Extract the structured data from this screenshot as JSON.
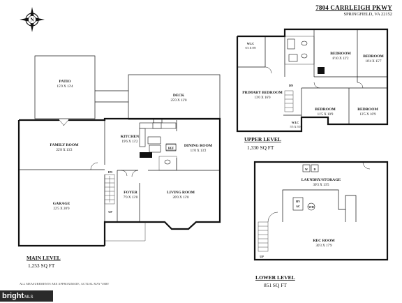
{
  "header": {
    "address": "7804 CARRLEIGH PKWY",
    "city": "SPRINGFIELD, VA  22152"
  },
  "compass": {
    "label": "N"
  },
  "main_level": {
    "title": "MAIN LEVEL",
    "area": "1,253 SQ FT",
    "rooms": {
      "patio": {
        "name": "PATIO",
        "dims": "15'9 X 13'4"
      },
      "deck": {
        "name": "DECK",
        "dims": "25'0 X 12'0"
      },
      "family": {
        "name": "FAMILY ROOM",
        "dims": "22'8 X 13'2"
      },
      "kitchen": {
        "name": "KITCHEN",
        "dims": "19'6 X 13'2"
      },
      "dining": {
        "name": "DINING ROOM",
        "dims": "11'0 X 13'2"
      },
      "garage": {
        "name": "GARAGE",
        "dims": "22'5 X 20'0"
      },
      "foyer": {
        "name": "FOYER",
        "dims": "7'0 X 13'0"
      },
      "living": {
        "name": "LIVING ROOM",
        "dims": "20'0 X 13'0"
      }
    },
    "tags": {
      "ref": "REF",
      "dn": "DN",
      "up": "UP"
    }
  },
  "upper_level": {
    "title": "UPPER LEVEL",
    "area": "1,330 SQ FT",
    "rooms": {
      "wic1": {
        "name": "W.I.C",
        "dims": "6'3 X 8'8"
      },
      "primary": {
        "name": "PRIMARY BEDROOM",
        "dims": "13'0 X 16'0"
      },
      "wic2": {
        "name": "W.I.C",
        "dims": "5'5 X 5'0"
      },
      "bed2": {
        "name": "BEDROOM",
        "dims": "8'10 X 12'2"
      },
      "bed3": {
        "name": "BEDROOM",
        "dims": "10'4 X 15'7"
      },
      "bed4": {
        "name": "BEDROOM",
        "dims": "11'5 X 10'9"
      },
      "bed5": {
        "name": "BEDROOM",
        "dims": "13'5 X 10'9"
      }
    },
    "tags": {
      "dn": "DN"
    }
  },
  "lower_level": {
    "title": "LOWER LEVEL",
    "area": "851 SQ FT",
    "rooms": {
      "laundry": {
        "name": "LAUNDRY/STORAGE",
        "dims": "30'3 X 13'5"
      },
      "rec": {
        "name": "REC ROOM",
        "dims": "30'3 X 17'9"
      }
    },
    "tags": {
      "hvac1": "HV",
      "hvac2": "AC",
      "wh": "WH",
      "w": "W",
      "d": "D",
      "up": "UP"
    }
  },
  "disclaimer": "ALL MEASUREMENTS ARE APPROXIMATE, ACTUAL MAY VARY",
  "brand": {
    "name": "bright",
    "suffix": "MLS"
  }
}
